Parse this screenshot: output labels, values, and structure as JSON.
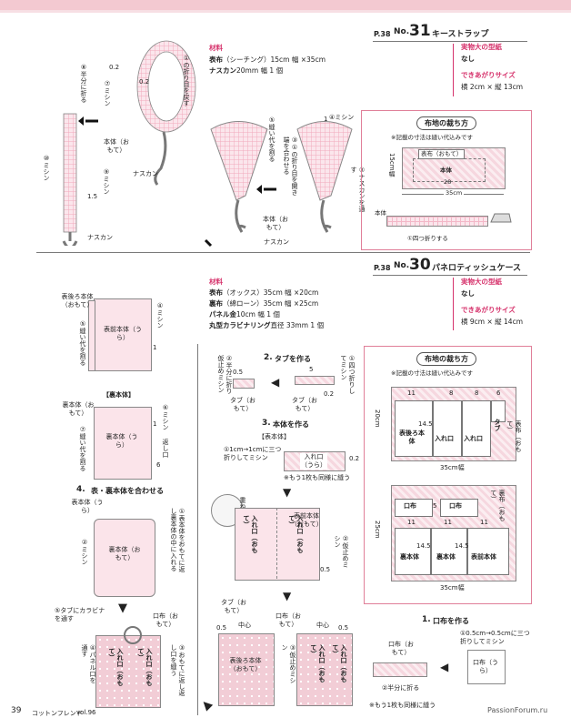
{
  "top_project": {
    "page_ref": "P.38",
    "no_label": "No.",
    "no_value": "31",
    "title": "キーストラップ",
    "materials": {
      "label": "材料",
      "lines": [
        {
          "name": "表布",
          "spec": "（シーチング）15cm 幅 ×35cm"
        },
        {
          "name": "ナスカン",
          "spec": "20mm 幅 1 個"
        }
      ]
    },
    "pattern_label": "実物大の型紙",
    "pattern_value": "なし",
    "size_label": "できあがりサイズ",
    "size_value": "横 2cm × 縦 13cm",
    "diagram": {
      "fold_back": "①の折り目を戻す",
      "v02a": "0.2",
      "v02b": "0.2",
      "mishin7": "⑦ミシン",
      "half_fold": "⑧半分に折る",
      "mishin9_top": "⑨ミシン",
      "mishin10": "⑩ミシン",
      "mishin9_side": "⑨ミシン",
      "v15": "1.5",
      "body_front1": "本体（おもて）",
      "nasukan1": "ナスカン",
      "nasukan2": "ナスカン",
      "nasukan3": "ナスカン",
      "cut_seam": "⑤縫い代を割る",
      "open_fold": "③①の折り目を開き端を合わせる",
      "mishin4": "④ミシン",
      "pass_nasukan": "②ナスカンを通す",
      "v1": "1",
      "body_front2": "本体（おもて）"
    },
    "cutting": {
      "heading": "布地の裁ち方",
      "note": "※記載の寸法は縫い代込みです",
      "height": "15cm幅",
      "piece": "表布（おもて）",
      "body": "本体",
      "v28": "28",
      "width": "35cm",
      "body_label": "本体",
      "fold4": "①四つ折りする"
    }
  },
  "bottom_project": {
    "page_ref": "P.38",
    "no_label": "No.",
    "no_value": "30",
    "title": "パネロティッシュケース",
    "materials": {
      "label": "材料",
      "lines": [
        {
          "name": "表布",
          "spec": "（オックス）35cm 幅 ×20cm"
        },
        {
          "name": "裏布",
          "spec": "（綿ローン）35cm 幅 ×25cm"
        },
        {
          "name": "パネル金",
          "spec": "10cm 幅 1 個"
        },
        {
          "name": "丸型カラビナリング",
          "spec": "直径 33mm 1 個"
        }
      ]
    },
    "pattern_label": "実物大の型紙",
    "pattern_value": "なし",
    "size_label": "できあがりサイズ",
    "size_value": "横 9cm × 縦 14cm",
    "left": {
      "front_back_body": "表後ろ本体（おもて）",
      "front_body": "表前本体（うら）",
      "mishin4": "④ミシン",
      "seam5": "⑤縫い代を割る",
      "v1a": "1",
      "lining_heading": "【裏本体】",
      "lining_front": "裏本体（おもて）",
      "lining_back": "裏本体（うら）",
      "mishin6": "⑥ミシン",
      "seam7": "⑦縫い代を割る",
      "v1b": "1",
      "gap": "返し口",
      "v6": "6",
      "step4_num": "4.",
      "step4": "表・裏本体を合わせる",
      "body_back": "表本体（うら）",
      "insert": "①表本体をおもてに返し裏本体の中に入れる",
      "mishin2": "②ミシン",
      "lining_front2": "裏本体（おもて）",
      "carabiner": "⑤タブにカラビナを通す",
      "mouth": "口布（おもて）",
      "panel": "④パネル口を通す",
      "turn": "③おもてに返し返し口を縫う",
      "iri_a": "入れ口（おもて）",
      "iri_b": "入れ口（おもて）"
    },
    "middle": {
      "step2_num": "2.",
      "step2": "タブを作る",
      "tack": "②半分に折り仮止めミシン",
      "v05": "0.5",
      "fold4": "①四つ折りしてミシン",
      "v5": "5",
      "v02": "0.2",
      "tab1": "タブ（おもて）",
      "tab2": "タブ（おもて）",
      "step3_num": "3.",
      "step3": "本体を作る",
      "surface_heading": "【表本体】",
      "fold_1cm": "①1cm→1cmに三つ折りしてミシン",
      "iri_ura": "入れ口（うら）",
      "v02b": "0.2",
      "also_1": "※もう1枚も同様に縫う",
      "overlap": "重ねる",
      "v1": "1",
      "front_front": "表前本体（おもて）",
      "iri_1": "入れ口（おもて）",
      "iri_2": "入れ口（おもて）",
      "tack2": "②仮止めミシン",
      "v05b": "0.5",
      "tab_front": "タブ（おもて）",
      "center1": "中心",
      "mouth_front": "口布（おもて）",
      "center2": "中心",
      "v05c": "0.5",
      "v05d": "0.5",
      "back_body": "表後ろ本体（おもて）",
      "tack3": "③仮止めミシン",
      "iri_3": "入れ口（おもて）",
      "iri_4": "入れ口（おもて）"
    },
    "right": {
      "heading": "布地の裁ち方",
      "note": "※記載の寸法は縫い代込みです",
      "s11": "11",
      "s8a": "8",
      "s8b": "8",
      "s6": "6",
      "h20": "20cm",
      "v145a": "14.5",
      "back_front": "表後ろ本体",
      "iri_a": "入れ口",
      "iri_b": "入れ口",
      "tab": "タブ",
      "front_fabric": "表布（おもて）",
      "w35a": "35cm幅",
      "mouth_a": "口布",
      "v5": "5",
      "mouth_b": "口布",
      "lining_label": "裏布（おもて）",
      "h25": "25cm",
      "s11b": "11",
      "s11c": "11",
      "s11d": "11",
      "v145b": "14.5",
      "v145c": "14.5",
      "lining_body": "裏本体",
      "lining_body2": "裏本体",
      "front_body": "表前本体",
      "w35b": "35cm幅",
      "step1_num": "1.",
      "step1": "口布を作る",
      "mouth_front": "口布（おもて）",
      "fold3": "①0.5cm→0.5cmに三つ折りしてミシン",
      "mouth_back": "口布（うら）",
      "fold_half": "②半分に折る",
      "also": "※もう1枚も同様に縫う"
    }
  },
  "footer": {
    "page_number": "39",
    "magazine": "コットンフレンド",
    "volume": "vol.96",
    "watermark": "PassionForum.ru"
  }
}
